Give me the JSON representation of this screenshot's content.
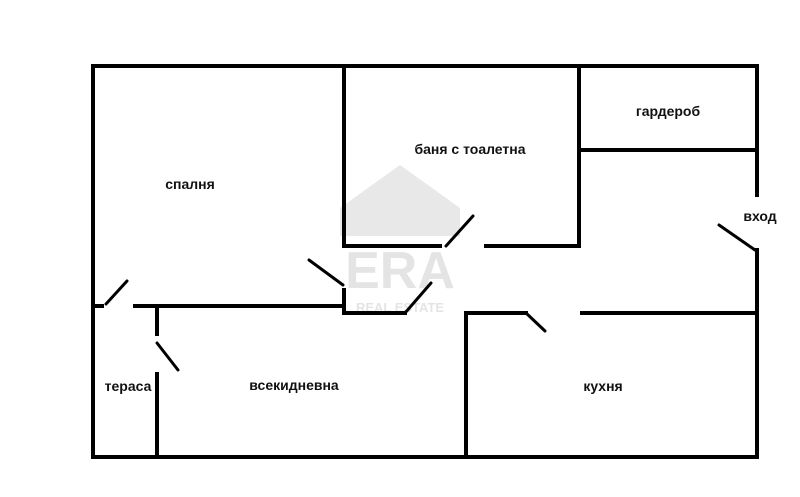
{
  "rooms": {
    "bedroom": "спалня",
    "bathroom": "баня с тоалетна",
    "wardrobe": "гардероб",
    "entrance": "вход",
    "terrace": "тераса",
    "living_room": "всекидневна",
    "kitchen": "кухня"
  },
  "watermark": {
    "brand": "ERA",
    "tagline": "REAL ESTATE"
  },
  "colors": {
    "walls": "#000000",
    "background": "#ffffff",
    "watermark": "#e4e4e4"
  }
}
